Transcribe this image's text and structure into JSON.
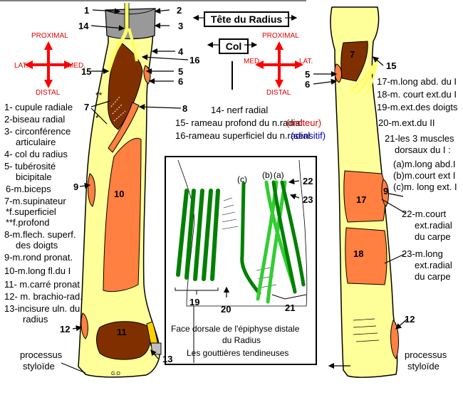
{
  "boxes": {
    "head_title": "Tête du Radius",
    "neck_title": "Col"
  },
  "orientation": {
    "proximal": "PROXIMAL",
    "distal": "DISTAL",
    "lat": "LAT.",
    "med": "MED.",
    "left_lat": "LAT.",
    "left_med": "MED.",
    "right_med": "MED.",
    "right_lat": "LAT."
  },
  "left_legend": [
    "1- cupule radiale",
    "2-biseau radial",
    "3- circonférence",
    "articulaire",
    "4- col du radius",
    "5- tubérosité",
    "bicipitale",
    "6-m.biceps",
    "7-m.supinateur",
    "*f.superficiel",
    "**f.profond",
    "8-m.flech. superf.",
    "des doigts",
    "9-m.rond pronat.",
    "10-m.long fl.du I",
    "11- m.carré pronat",
    "12- m. brachio-rad.",
    "13-incisure uln. du",
    "radius"
  ],
  "middle_legend": {
    "l14": "14- nerf radial",
    "l15": "15- rameau profond du n.radial",
    "l15_note": "(moteur)",
    "l16": "16-rameau superficiel du n.radial",
    "l16_note": "(sensitif)"
  },
  "right_legend": [
    "17-m.long abd. du I",
    "18-m. court ext.du I",
    "19-m.ext.des doigts",
    "20-m.ext.du II",
    "21-les 3 muscles",
    "dorsaux du I :",
    "(a)m.long abd.I",
    "(b)m.court ext I",
    "(c)m. long ext. I",
    "22-m.court",
    "ext.radial",
    "du carpe",
    "23-m.long",
    "ext.radial",
    "du carpe"
  ],
  "inset": {
    "caption": [
      "Face dorsale de l'épiphyse distale",
      "du Radius",
      "Les gouttières tendineuses"
    ],
    "letters": [
      "(c)",
      "(b)",
      "(a)"
    ],
    "numbers": [
      "19",
      "20",
      "21",
      "22",
      "23"
    ]
  },
  "numbers": {
    "n1": "1",
    "n2": "2",
    "n3": "3",
    "n4": "4",
    "n5": "5",
    "n6": "6",
    "n7": "7",
    "n8": "8",
    "n9": "9",
    "n10": "10",
    "n11": "11",
    "n12": "12",
    "n13": "13",
    "n14": "14",
    "n15": "15",
    "n16": "16",
    "r7": "7",
    "r15": "15",
    "r5": "5",
    "r6": "6",
    "r9": "9",
    "r12": "12",
    "r17": "17",
    "r18": "18"
  },
  "marks": {
    "single": "*",
    "double": "**",
    "signature": "G.O"
  },
  "styloid_left": [
    "processus",
    "styloïde"
  ],
  "styloid_right": [
    "processus",
    "styloïde"
  ],
  "colors": {
    "bone": "#ffff99",
    "muscle": "#ff8040",
    "dark_muscle": "#803000",
    "nerve": "#ffff66",
    "head": "#999999",
    "tendon_green": "#008000",
    "tendon_light": "#33cc33",
    "compass_red": "#ff0000"
  }
}
